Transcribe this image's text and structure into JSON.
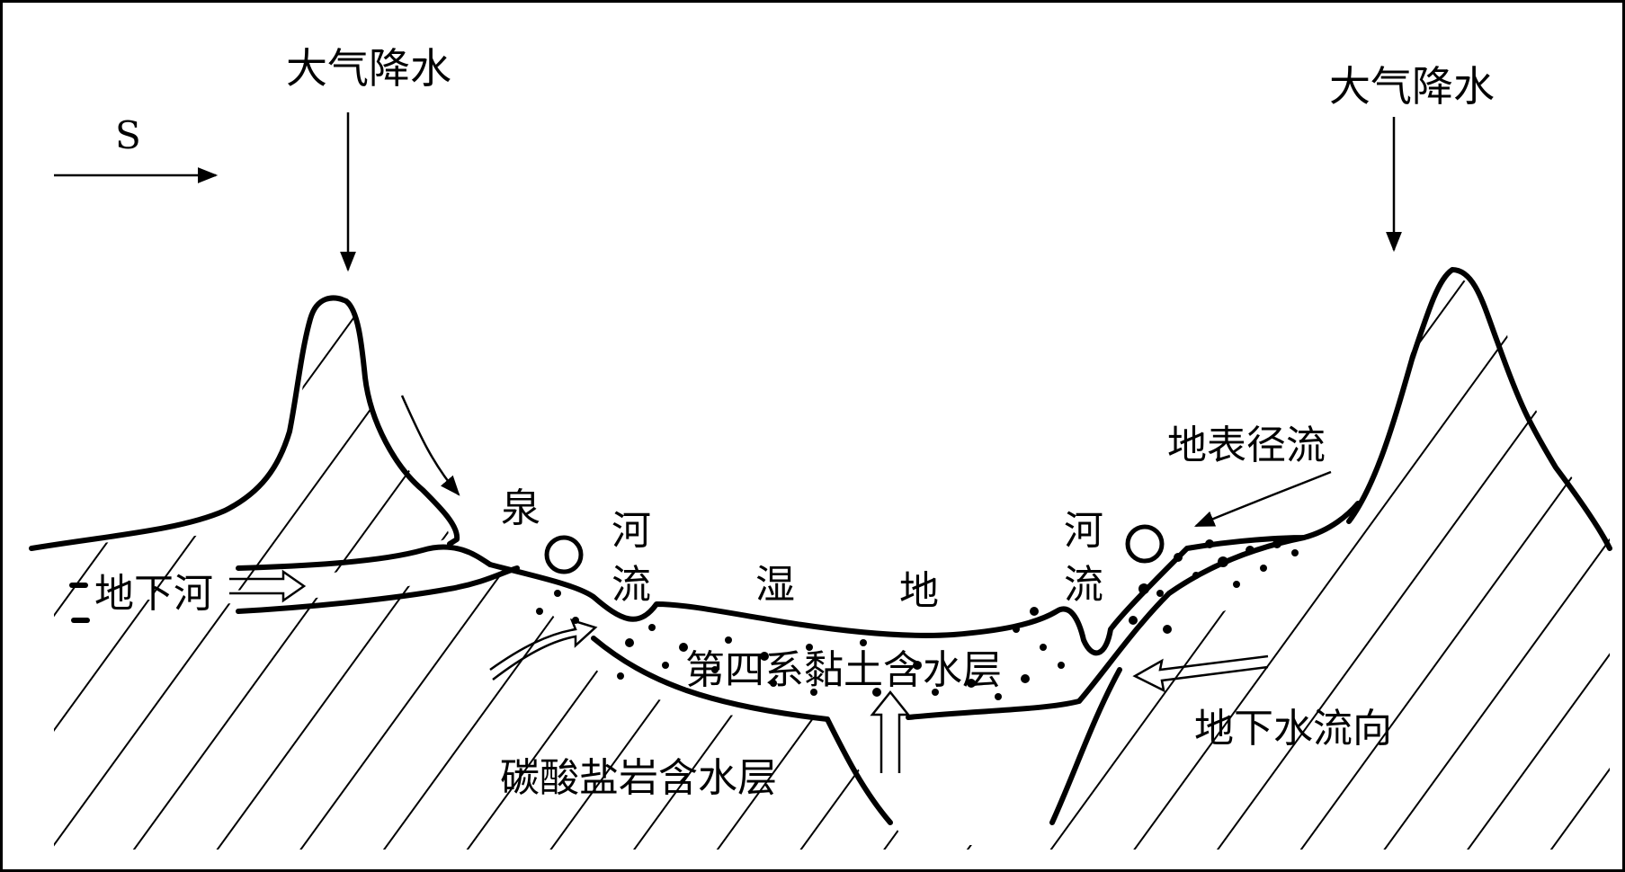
{
  "labels": {
    "north_arrow": "S",
    "precip_left": "大气降水",
    "precip_right": "大气降水",
    "underground_river": "地下河",
    "spring": "泉",
    "river_left_1": "河",
    "river_left_2": "流",
    "wetland_1": "湿",
    "wetland_2": "地",
    "river_right_1": "河",
    "river_right_2": "流",
    "surface_runoff": "地表径流",
    "clay_aquifer": "第四系黏土含水层",
    "carbonate_aquifer": "碳酸盐岩含水层",
    "groundwater_flow": "地下水流向"
  },
  "colors": {
    "ink": "#000000",
    "background": "#ffffff"
  }
}
